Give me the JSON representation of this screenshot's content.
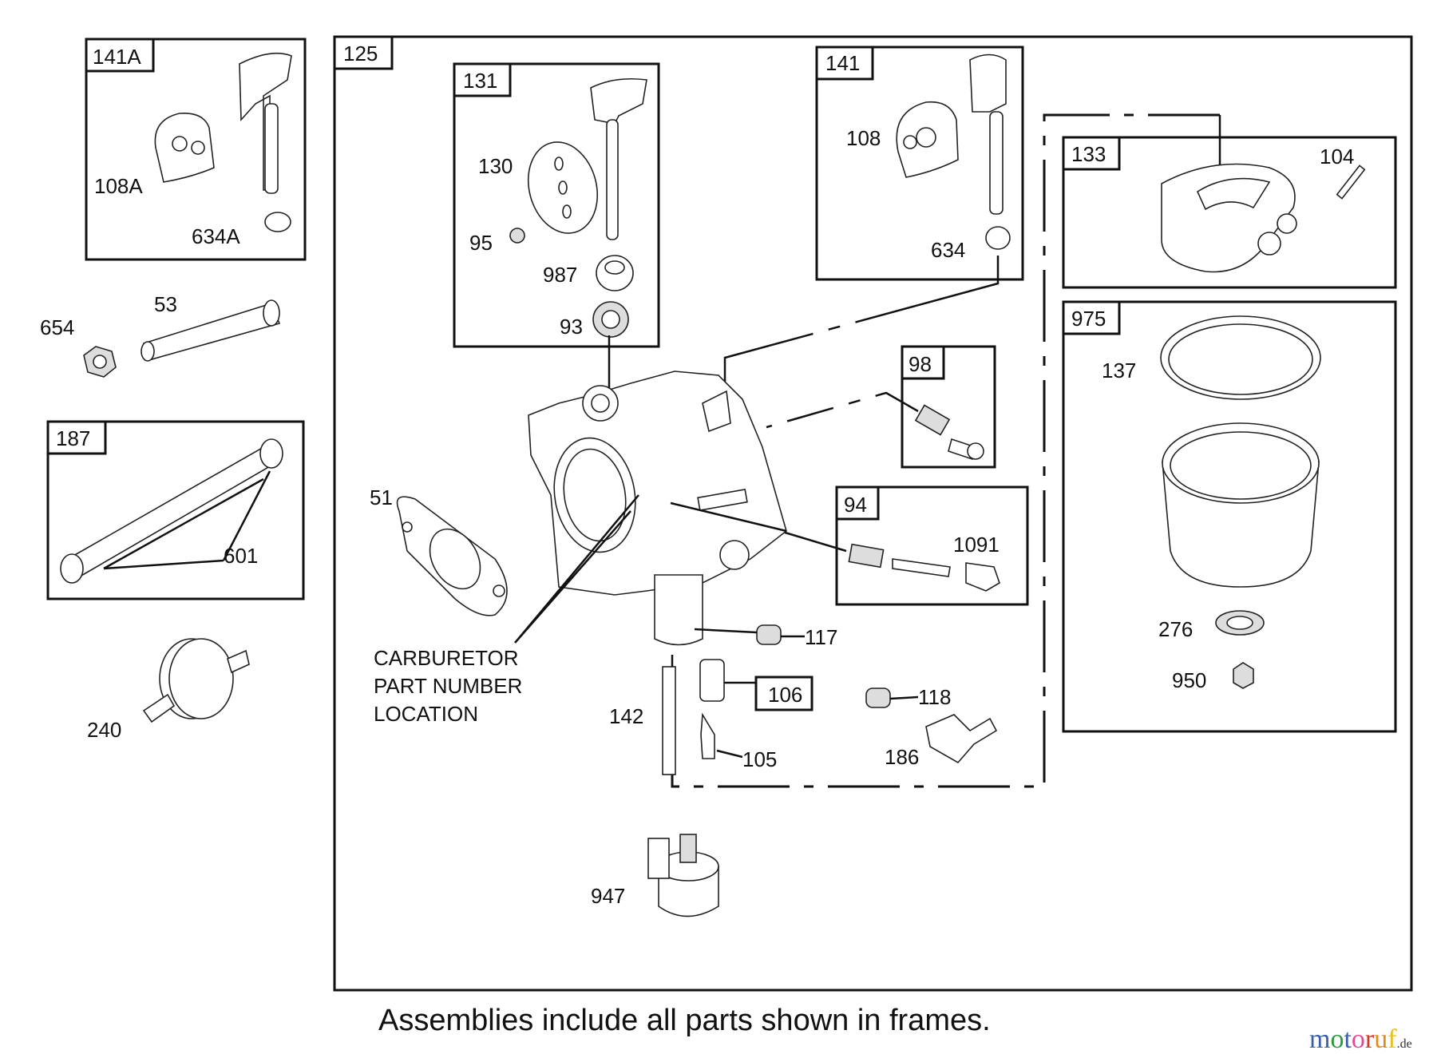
{
  "frames": {
    "f141A": "141A",
    "f125": "125",
    "f131": "131",
    "f141": "141",
    "f133": "133",
    "f975": "975",
    "f98": "98",
    "f94": "94",
    "f187": "187",
    "f106": "106"
  },
  "parts": {
    "p108A": "108A",
    "p634A": "634A",
    "p654": "654",
    "p53": "53",
    "p601": "601",
    "p240": "240",
    "p130": "130",
    "p95": "95",
    "p987": "987",
    "p93": "93",
    "p108": "108",
    "p634": "634",
    "p104": "104",
    "p137": "137",
    "p276": "276",
    "p950": "950",
    "p1091": "1091",
    "p51": "51",
    "p117": "117",
    "p118": "118",
    "p142": "142",
    "p105": "105",
    "p186": "186",
    "p947": "947"
  },
  "note_lines": [
    "CARBURETOR",
    "PART NUMBER",
    "LOCATION"
  ],
  "caption": "Assemblies include all parts shown in frames.",
  "watermark": {
    "text": "motoruf",
    "suffix": ".de",
    "colors": [
      "#3a5fa8",
      "#2e9a3e",
      "#e04c9a",
      "#e0a020",
      "#d03a2a",
      "#e08a1a",
      "#e8c020"
    ]
  }
}
